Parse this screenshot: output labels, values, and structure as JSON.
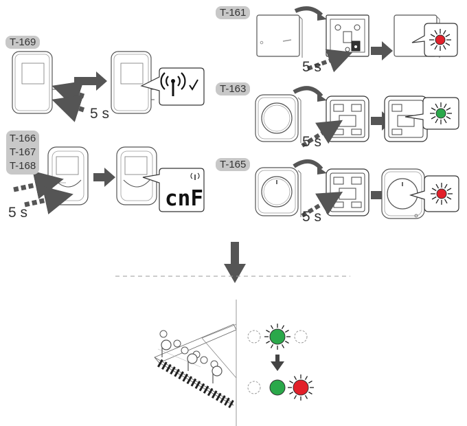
{
  "labels": {
    "t169": "T-169",
    "t161": "T-161",
    "t163": "T-163",
    "t165": "T-165",
    "t166_168": [
      "T-166",
      "T-167",
      "T-168"
    ]
  },
  "seconds": "5 s",
  "display_text": "cnF",
  "colors": {
    "led_red": "#e2202a",
    "led_green": "#2aa84a",
    "arrow": "#555555",
    "label_bg": "#c8c8c8"
  },
  "icons": [
    "antenna-icon",
    "checkmark-icon",
    "wireless-icon"
  ]
}
